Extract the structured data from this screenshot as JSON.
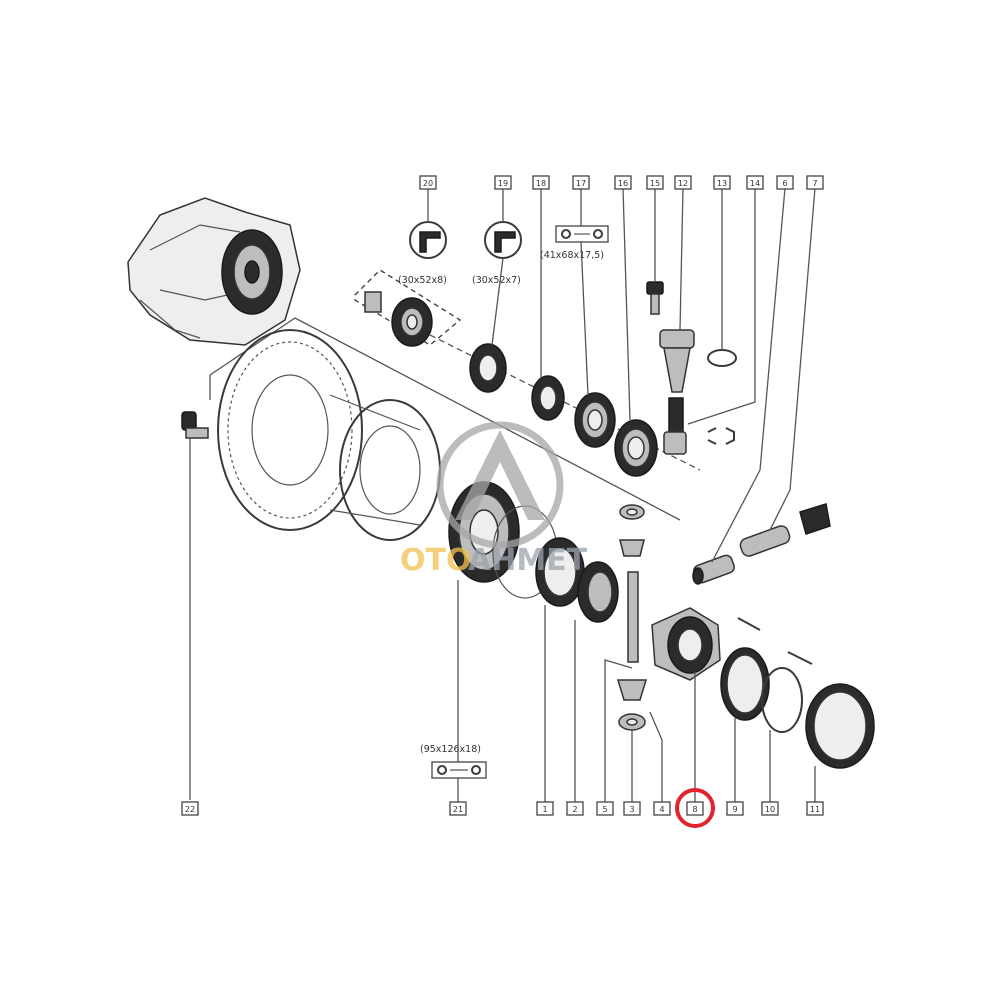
{
  "callouts": [
    {
      "id": "c20",
      "label": "20"
    },
    {
      "id": "c19",
      "label": "19"
    },
    {
      "id": "c18",
      "label": "18"
    },
    {
      "id": "c17",
      "label": "17"
    },
    {
      "id": "c16",
      "label": "16"
    },
    {
      "id": "c15",
      "label": "15"
    },
    {
      "id": "c12",
      "label": "12"
    },
    {
      "id": "c13",
      "label": "13"
    },
    {
      "id": "c14",
      "label": "14"
    },
    {
      "id": "c6",
      "label": "6"
    },
    {
      "id": "c7",
      "label": "7"
    },
    {
      "id": "c22",
      "label": "22"
    },
    {
      "id": "c21",
      "label": "21"
    },
    {
      "id": "c1",
      "label": "1"
    },
    {
      "id": "c2",
      "label": "2"
    },
    {
      "id": "c5",
      "label": "5"
    },
    {
      "id": "c3",
      "label": "3"
    },
    {
      "id": "c4",
      "label": "4"
    },
    {
      "id": "c8",
      "label": "8"
    },
    {
      "id": "c9",
      "label": "9"
    },
    {
      "id": "c10",
      "label": "10"
    },
    {
      "id": "c11",
      "label": "11"
    }
  ],
  "dimensions": {
    "seal_20": "(30x52x8)",
    "seal_19": "(30x52x7)",
    "bearing_17": "(41x68x17,5)",
    "bearing_21": "(95x126x18)"
  },
  "watermark": {
    "text_part1": "OTO",
    "text_part2": "AHMET",
    "color_part1": "#f2c14e",
    "color_part2": "#9aa3ad",
    "ring_color": "#a6a6a6"
  },
  "highlight": {
    "target_label": "8",
    "color": "#e0242f"
  }
}
